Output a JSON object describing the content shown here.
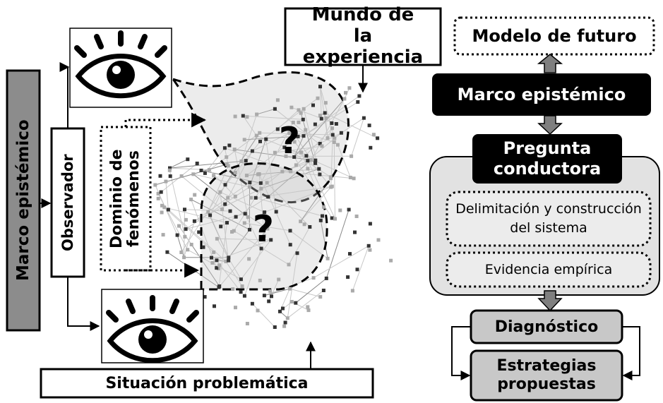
{
  "left_axis": {
    "marco_epistemico": "Marco epistémico",
    "observador": "Observador"
  },
  "network": {
    "dominio": "Dominio de fenómenos",
    "mundo": "Mundo de la experiencia",
    "question_mark": "?",
    "situacion": "Situación problemática"
  },
  "icons": {
    "eye": "eye-icon"
  },
  "right_flow": {
    "modelo_futuro": "Modelo de futuro",
    "marco_epistemico": "Marco epistémico",
    "pregunta": "Pregunta conductora",
    "delimitacion": "Delimitación y construcción del sistema",
    "evidencia": "Evidencia empírica",
    "diagnostico": "Diagnóstico",
    "estrategias": "Estrategias propuestas"
  },
  "colors": {
    "dark_box": "#000000",
    "gray_box": "#c8c8c8",
    "light_panel": "#e2e2e2",
    "arrow_gray": "#7f7f7f",
    "network_light": "#c8c8c8",
    "network_dark": "#333333"
  }
}
